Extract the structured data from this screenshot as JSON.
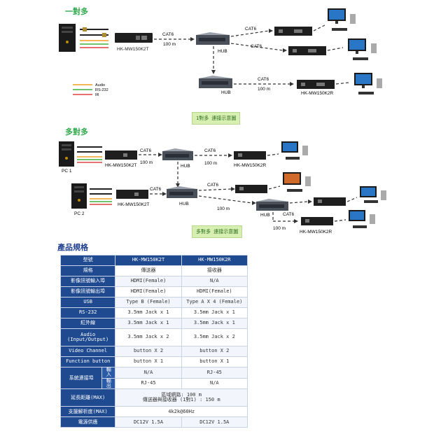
{
  "section1": {
    "title": "一對多",
    "caption": "1對多 連接示意圖",
    "sender": "HK-MW150K2T",
    "receiver": "HK-MW150K2R",
    "hub": "HUB",
    "cable": "CAT6",
    "distance": "100 m",
    "legend": [
      "Audio",
      "RS-232",
      "IR"
    ]
  },
  "section2": {
    "title": "多對多",
    "caption": "多對多 連接示意圖",
    "sender": "HK-MW150K2T",
    "receiver": "HK-MW150K2R",
    "hub": "HUB",
    "cable": "CAT6",
    "distance": "100 m",
    "pc1": "PC 1",
    "pc2": "PC 2"
  },
  "specs": {
    "title": "產品規格",
    "header": {
      "label": "型號",
      "tx": "HK-MW150K2T",
      "rx": "HK-MW150K2R"
    },
    "rows": [
      {
        "label": "規格",
        "tx": "傳送器",
        "rx": "接收器"
      },
      {
        "label": "影像訊號輸入埠",
        "tx": "HDMI(Female)",
        "rx": "N/A"
      },
      {
        "label": "影像訊號輸出埠",
        "tx": "HDMI(Female)",
        "rx": "HDMI(Female)"
      },
      {
        "label": "USB",
        "tx": "Type B (Female)",
        "rx": "Type A X 4 (Female)"
      },
      {
        "label": "RS-232",
        "tx": "3.5mm Jack x 1",
        "rx": "3.5mm Jack x 1"
      },
      {
        "label": "紅外線",
        "tx": "3.5mm Jack x 1",
        "rx": "3.5mm Jack x 1"
      },
      {
        "label": "Audio (Input/Output)",
        "tx": "3.5mm Jack x 2",
        "rx": "3.5mm Jack x 2"
      },
      {
        "label": "Video Channel",
        "tx": "button X 2",
        "rx": "button X 2"
      },
      {
        "label": "Function button",
        "tx": "button X 1",
        "rx": "button X 1"
      }
    ],
    "system": {
      "label": "系統連接埠",
      "in_label": "輸入",
      "out_label": "輸出",
      "in_tx": "N/A",
      "in_rx": "RJ-45",
      "out_tx": "RJ-45",
      "out_rx": "N/A"
    },
    "distance": {
      "label": "延長距離(MAX)",
      "line1": "區域網路: 100 m",
      "line2": "傳送器與接收器 (1對1) : 150 m"
    },
    "resolution": {
      "label": "支援解析度(MAX)",
      "value": "4k2k@60Hz"
    },
    "power": {
      "label": "電源供應",
      "tx": "DC12V 1.5A",
      "rx": "DC12V 1.5A"
    }
  },
  "colors": {
    "audio": "#f0a020",
    "rs232": "#40b040",
    "ir": "#e04040",
    "accent": "#1f4a8f"
  }
}
